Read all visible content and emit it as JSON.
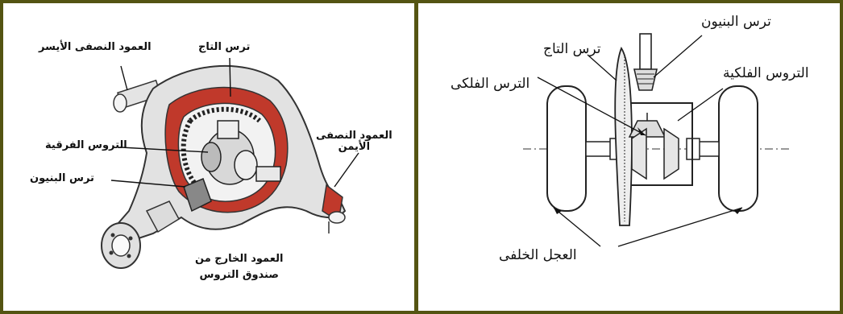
{
  "left_diagram": {
    "labels": {
      "left_half_shaft": "العمود النصفى الأيسر",
      "crown_gear": "ترس التاج",
      "side_gears": "التروس الفرقية",
      "pinion_gear": "ترس البنيون",
      "right_half_shaft_line1": "العمود النصفى",
      "right_half_shaft_line2": "الأيمن",
      "output_shaft_line1": "العمود الخارج من",
      "output_shaft_line2": "صندوق التروس"
    }
  },
  "right_diagram": {
    "labels": {
      "pinion_gear": "ترس البنيون",
      "crown_gear": "ترس التاج",
      "planetary_gears": "التروس الفلكية",
      "planetary_gear": "الترس الفلكى",
      "rear_wheels": "العجل الخلفى"
    }
  },
  "colors": {
    "border": "#545412",
    "housing_highlight": "#c0392b"
  }
}
